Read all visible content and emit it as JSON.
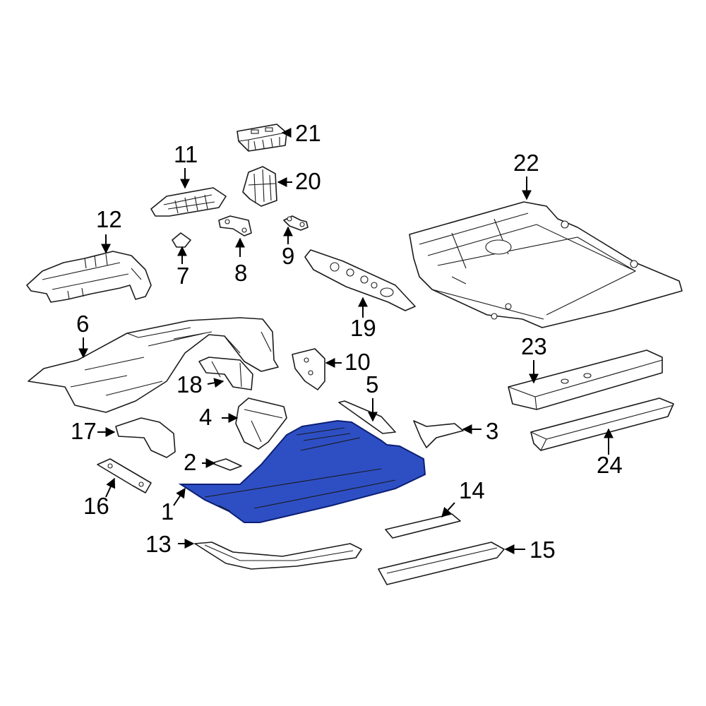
{
  "diagram": {
    "highlight_color": "#2e4fc4",
    "highlight_stroke": "#0c1f73",
    "highlighted_part": "1",
    "callouts": [
      {
        "id": "c1",
        "label": "1"
      },
      {
        "id": "c2",
        "label": "2"
      },
      {
        "id": "c3",
        "label": "3"
      },
      {
        "id": "c4",
        "label": "4"
      },
      {
        "id": "c5",
        "label": "5"
      },
      {
        "id": "c6",
        "label": "6"
      },
      {
        "id": "c7",
        "label": "7"
      },
      {
        "id": "c8",
        "label": "8"
      },
      {
        "id": "c9",
        "label": "9"
      },
      {
        "id": "c10",
        "label": "10"
      },
      {
        "id": "c11",
        "label": "11"
      },
      {
        "id": "c12",
        "label": "12"
      },
      {
        "id": "c13",
        "label": "13"
      },
      {
        "id": "c14",
        "label": "14"
      },
      {
        "id": "c15",
        "label": "15"
      },
      {
        "id": "c16",
        "label": "16"
      },
      {
        "id": "c17",
        "label": "17"
      },
      {
        "id": "c18",
        "label": "18"
      },
      {
        "id": "c19",
        "label": "19"
      },
      {
        "id": "c20",
        "label": "20"
      },
      {
        "id": "c21",
        "label": "21"
      },
      {
        "id": "c22",
        "label": "22"
      },
      {
        "id": "c23",
        "label": "23"
      },
      {
        "id": "c24",
        "label": "24"
      }
    ]
  }
}
